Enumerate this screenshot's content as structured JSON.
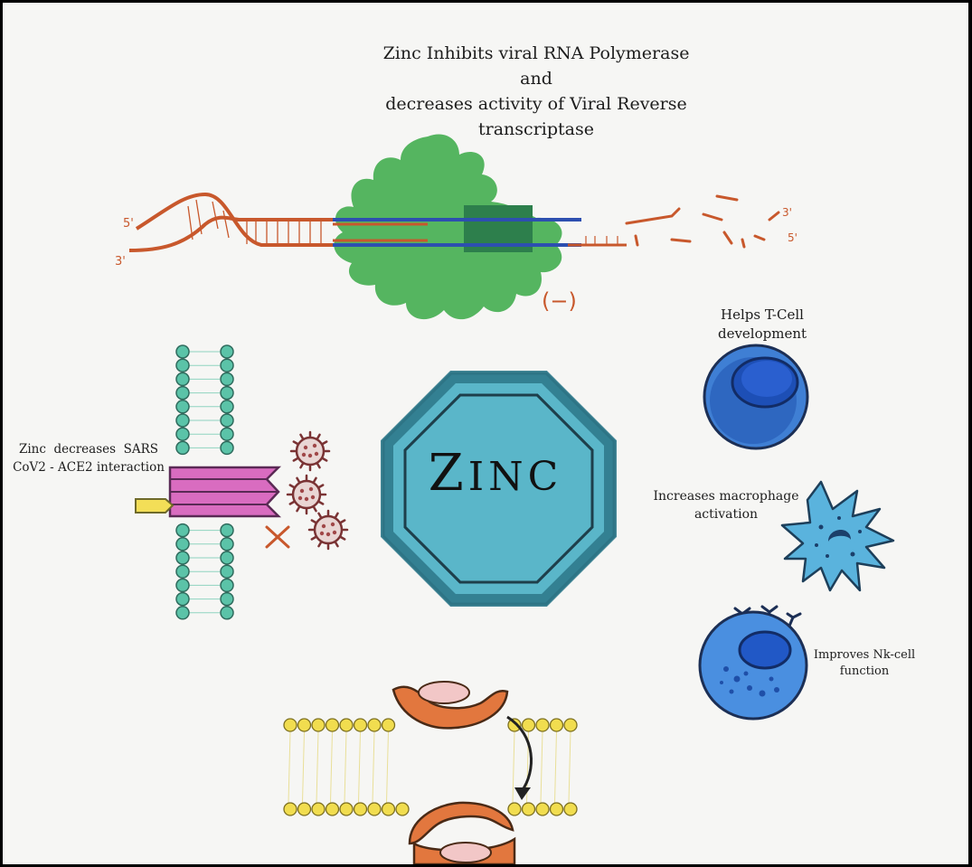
{
  "title": {
    "line1": "Zinc Inhibits viral RNA Polymerase",
    "line2": "and",
    "line3": "decreases activity of Viral Reverse",
    "line4": "transcriptase"
  },
  "center_label": {
    "first": "Z",
    "rest": "INC"
  },
  "inhibition_mark": "(−)",
  "strand_labels": {
    "five_prime_left": "5'",
    "three_prime_left": "3'",
    "three_prime_right": "3'",
    "five_prime_right": "5'"
  },
  "t_cell": {
    "line1": "Helps T-Cell",
    "line2": "development"
  },
  "macrophage": {
    "line1": "Increases macrophage",
    "line2": "activation"
  },
  "nk_cell": {
    "line1": "Improves Nk-cell",
    "line2": "function"
  },
  "ace2": {
    "line1": "Zinc  decreases  SARS",
    "line2": "CoV2 - ACE2 interaction"
  },
  "colors": {
    "background": "#f6f6f4",
    "rna_strand": "#c8582c",
    "dna_strand": "#2d4fb0",
    "polymerase": "#55b560",
    "zinc_octagon": "#5ab6c9",
    "zinc_border": "#2f7a8c",
    "lipid_head_teal": "#5bc3a8",
    "lipid_head_yellow": "#f1dd4f",
    "receptor": "#d96cc0",
    "virus": "#a04748",
    "t_cell": "#3f7fd4",
    "transporter": "#e2773e"
  }
}
